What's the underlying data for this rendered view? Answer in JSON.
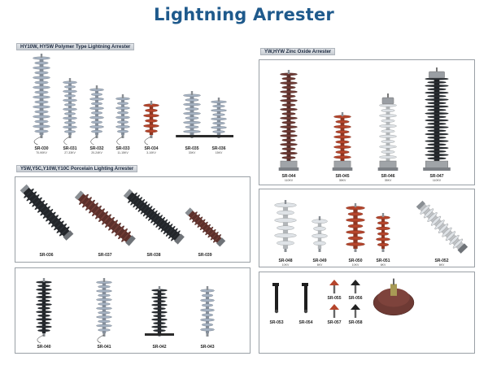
{
  "title": "Lightning Arrester",
  "sections": {
    "polymer": {
      "label": "HY10W, HY5W Polymer Type Lightning Arrester",
      "items": [
        {
          "code": "SR-030",
          "spec": "70-90KV"
        },
        {
          "code": "SR-031",
          "spec": "27-33KV"
        },
        {
          "code": "SR-032",
          "spec": "20-24KV"
        },
        {
          "code": "SR-033",
          "spec": "11-15KV"
        },
        {
          "code": "SR-034",
          "spec": "3-10KV"
        },
        {
          "code": "SR-035",
          "spec": "33KV"
        },
        {
          "code": "SR-036",
          "spec": "15KV"
        }
      ]
    },
    "zinc": {
      "label": "YW,HYW Zinc Oxide Arrester",
      "row1": [
        {
          "code": "SR-044",
          "spec": "110KV"
        },
        {
          "code": "SR-045",
          "spec": "35KV"
        },
        {
          "code": "SR-046",
          "spec": "35KV"
        },
        {
          "code": "SR-047",
          "spec": "110KV"
        }
      ],
      "row2": [
        {
          "code": "SR-048",
          "spec": "10KV"
        },
        {
          "code": "SR-049",
          "spec": "6KV"
        },
        {
          "code": "SR-050",
          "spec": "10KV"
        },
        {
          "code": "SR-051",
          "spec": "6KV"
        },
        {
          "code": "SR-052",
          "spec": "6KV"
        }
      ],
      "row3": [
        {
          "code": "SR-053"
        },
        {
          "code": "SR-054"
        },
        {
          "code": "SR-055"
        },
        {
          "code": "SR-056"
        },
        {
          "code": "SR-057"
        },
        {
          "code": "SR-058"
        }
      ]
    },
    "porcelain": {
      "label": "Y5W,Y5C,Y10W,Y10C Porcelain Lighting Arrester",
      "row1": [
        {
          "code": "SR-036"
        },
        {
          "code": "SR-037"
        },
        {
          "code": "SR-038"
        },
        {
          "code": "SR-039"
        }
      ],
      "row2": [
        {
          "code": "SR-040"
        },
        {
          "code": "SR-041"
        },
        {
          "code": "SR-042"
        },
        {
          "code": "SR-043"
        }
      ]
    }
  },
  "colors": {
    "title": "#1f5a8c",
    "grey_insulator": "#a7b4c4",
    "brown_insulator": "#6e3a34",
    "red_insulator": "#b5452c",
    "dark_insulator": "#2a2e33",
    "white_insulator": "#dfe3e7"
  }
}
